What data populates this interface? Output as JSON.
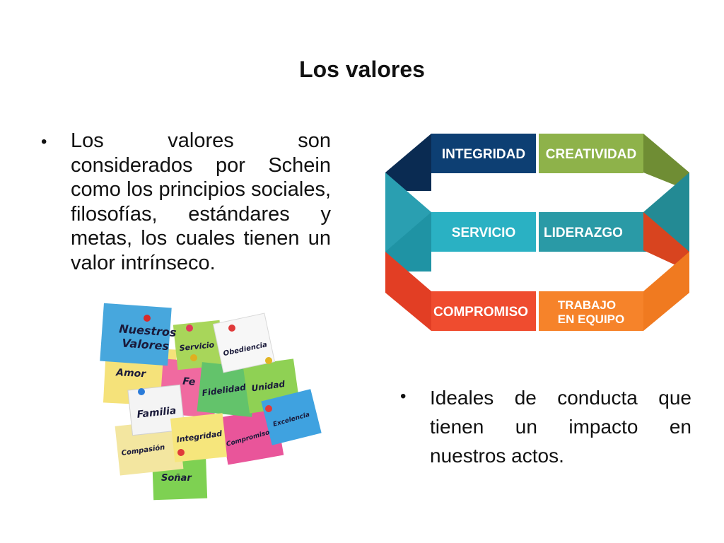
{
  "slide": {
    "title": "Los valores",
    "bullet1": "Los valores son considerados por Schein como los principios sociales, filosofías, estándares y metas, los cuales tienen un valor intrínseco.",
    "bullet2": "Ideales de conducta que tienen un impacto en nuestros actos.",
    "bullet_symbol": "•"
  },
  "diagram": {
    "integridad": "INTEGRIDAD",
    "creatividad": "CREATIVIDAD",
    "servicio": "SERVICIO",
    "liderazgo": "LIDERAZGO",
    "compromiso": "COMPROMISO",
    "trabajo_line1": "TRABAJO",
    "trabajo_line2": "EN EQUIPO",
    "colors": {
      "navy": "#0d3f73",
      "green": "#8eb24a",
      "teal": "#2ab1c3",
      "red": "#ef4c2f",
      "orange": "#f6832a"
    }
  },
  "collage": {
    "nuestros": "Nuestros",
    "valores": "Valores",
    "servicio": "Servicio",
    "obediencia": "Obediencia",
    "amor": "Amor",
    "fe": "Fe",
    "fidelidad": "Fidelidad",
    "unidad": "Unidad",
    "familia": "Familia",
    "excelencia": "Excelencia",
    "compromiso": "Compromiso",
    "integridad": "Integridad",
    "compasion": "Compasión",
    "sonar": "Soñar"
  }
}
